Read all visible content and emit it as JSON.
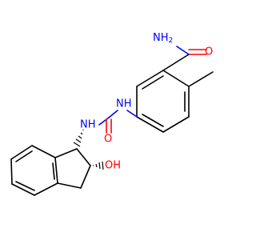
{
  "atom_labels": {
    "amide_nh2": "NH",
    "amide_nh2_sub": "2",
    "amide_o": "O",
    "urea_nh_right": "NH",
    "urea_nh_left": "NH",
    "urea_o": "O",
    "ring_oh": "OH"
  },
  "colors": {
    "nitrogen": "#0000ff",
    "oxygen": "#ff0000",
    "carbon": "#000000"
  }
}
